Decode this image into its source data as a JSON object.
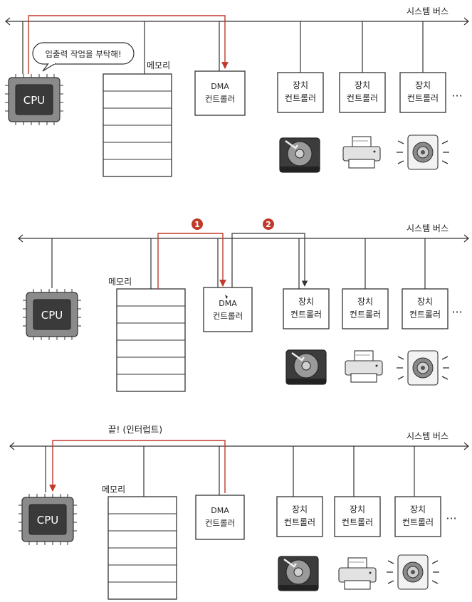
{
  "bus_label": "시스템 버스",
  "cpu_label": "CPU",
  "memory_label": "메모리",
  "dma_label_line1": "DMA",
  "dma_label_line2": "컨트롤러",
  "device_label_line1": "장치",
  "device_label_line2": "컨트롤러",
  "ellipsis": "···",
  "speech_bubble": "입출력 작업을 부탁해!",
  "step1": "1",
  "step2": "2",
  "interrupt_label": "끝! (인터럽트)",
  "colors": {
    "accent_red": "#c0392b",
    "chip_dark": "#3a3a3a",
    "chip_gray": "#8a8a8a"
  },
  "icons": [
    "cpu-chip-icon",
    "hard-disk-icon",
    "printer-icon",
    "speaker-icon"
  ]
}
